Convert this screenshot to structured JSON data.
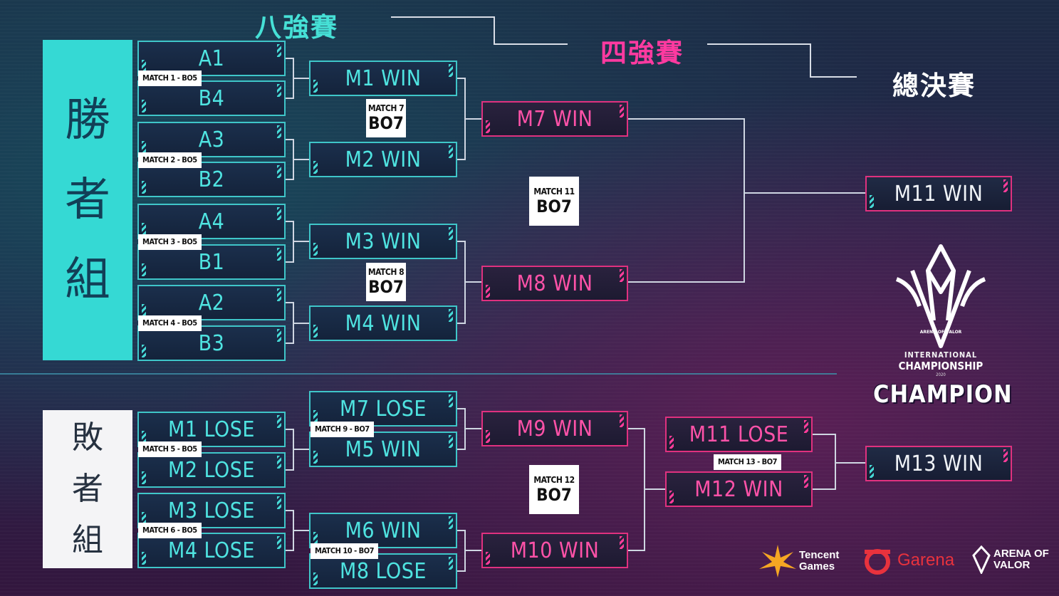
{
  "stages": {
    "quarterfinal": "八強賽",
    "semifinal": "四強賽",
    "final": "總決賽"
  },
  "groups": {
    "winners": [
      "勝",
      "者",
      "組"
    ],
    "losers": [
      "敗",
      "者",
      "組"
    ]
  },
  "winners_round1": [
    {
      "top": "A1",
      "bottom": "B4",
      "match": "MATCH 1 - BO5"
    },
    {
      "top": "A3",
      "bottom": "B2",
      "match": "MATCH 2 - BO5"
    },
    {
      "top": "A4",
      "bottom": "B1",
      "match": "MATCH 3 - BO5"
    },
    {
      "top": "A2",
      "bottom": "B3",
      "match": "MATCH 4 - BO5"
    }
  ],
  "winners_round2": [
    "M1 WIN",
    "M2 WIN",
    "M3 WIN",
    "M4 WIN"
  ],
  "match7": {
    "label": "MATCH 7",
    "format": "BO7"
  },
  "match8": {
    "label": "MATCH 8",
    "format": "BO7"
  },
  "winners_semis": [
    "M7 WIN",
    "M8 WIN"
  ],
  "match11": {
    "label": "MATCH 11",
    "format": "BO7"
  },
  "final_winner": "M11 WIN",
  "losers_round1": [
    {
      "top": "M1 LOSE",
      "bottom": "M2 LOSE",
      "match": "MATCH 5 - BO5"
    },
    {
      "top": "M3 LOSE",
      "bottom": "M4 LOSE",
      "match": "MATCH 6 - BO5"
    }
  ],
  "losers_round2": [
    {
      "top": "M7 LOSE",
      "bottom": "M5 WIN",
      "match": "MATCH 9 - BO7"
    },
    {
      "top": "M6 WIN",
      "bottom": "M8 LOSE",
      "match": "MATCH 10 - BO7"
    }
  ],
  "losers_round3": [
    "M9 WIN",
    "M10 WIN"
  ],
  "match12": {
    "label": "MATCH 12",
    "format": "BO7"
  },
  "losers_final": {
    "top": "M11 LOSE",
    "bottom": "M12 WIN",
    "match": "MATCH 13 - BO7"
  },
  "champion_slot": "M13 WIN",
  "logo": {
    "line1": "ARENA OF VALOR",
    "line2": "INTERNATIONAL",
    "line3": "CHAMPIONSHIP",
    "year": "2020",
    "title": "CHAMPION"
  },
  "sponsors": {
    "tencent": [
      "Tencent",
      "Games"
    ],
    "garena": "Garena",
    "aov": [
      "ARENA OF",
      "VALOR"
    ]
  },
  "colors": {
    "cyan": "#3fc6c9",
    "magenta": "#e0317f",
    "winners_panel": "#35d9d4",
    "losers_panel": "#f4f4f6"
  }
}
